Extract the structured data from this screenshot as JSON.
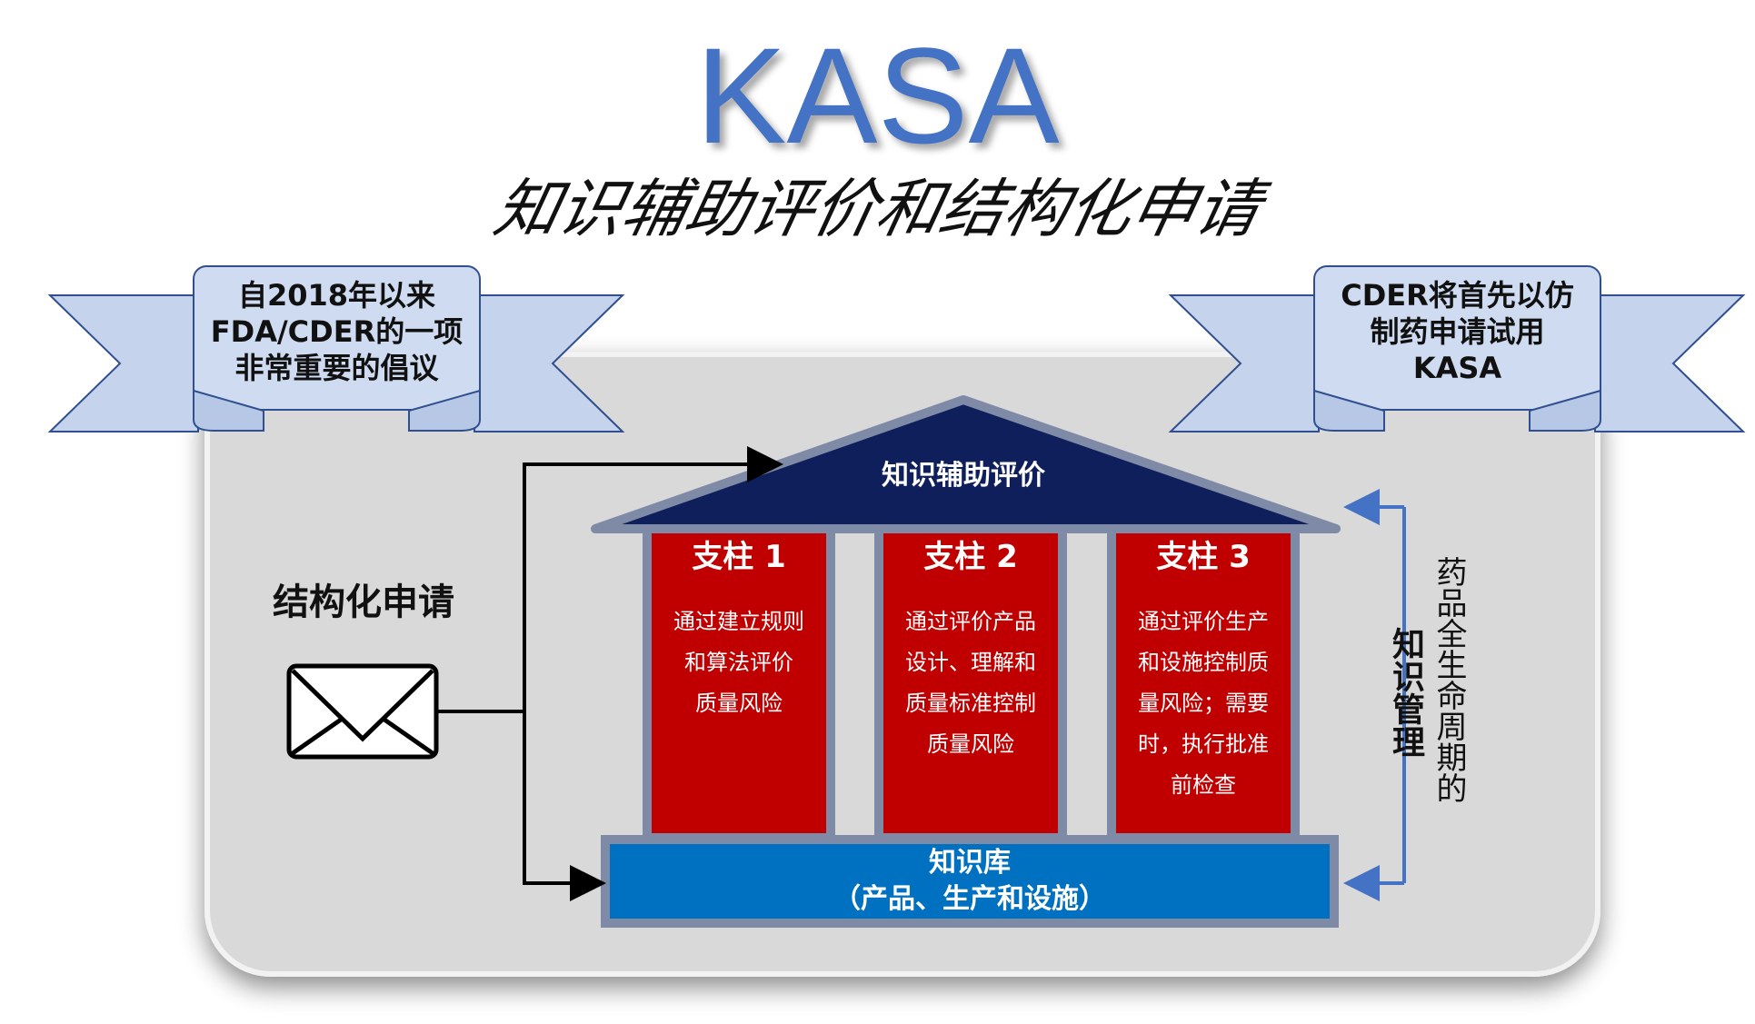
{
  "title": "KASA",
  "subtitle": "知识辅助评价和结构化申请",
  "banner_left": [
    "自2018年以来",
    "FDA/CDER的一项",
    "非常重要的倡议"
  ],
  "banner_right": [
    "CDER将首先以仿",
    "制药申请试用",
    "KASA"
  ],
  "roof_label": "知识辅助评价",
  "pillars": [
    {
      "title": "支柱 1",
      "lines": [
        "通过建立规则",
        "和算法评价",
        "质量风险"
      ]
    },
    {
      "title": "支柱 2",
      "lines": [
        "通过评价产品",
        "设计、理解和",
        "质量标准控制",
        "质量风险"
      ]
    },
    {
      "title": "支柱 3",
      "lines": [
        "通过评价生产",
        "和设施控制质",
        "量风险；需要",
        "时，执行批准",
        "前检查"
      ]
    }
  ],
  "base": {
    "line1": "知识库",
    "line2": "（产品、生产和设施）"
  },
  "structured_label": "结构化申请",
  "side_label": {
    "col1": "药品全生命周期的",
    "col2": "知识管理"
  },
  "envelope_icon": "envelope-icon",
  "colors": {
    "title_blue": "#4472c4",
    "banner_blue": "#c5d3ec",
    "banner_border": "#2f4f8f",
    "panel_gray": "#d9d9d9",
    "roof_navy": "#0e1f5b",
    "pillar_red": "#c00000",
    "pillar_frame": "#7f8aa6",
    "base_blue": "#0070c0",
    "bracket_blue": "#4472c4"
  }
}
